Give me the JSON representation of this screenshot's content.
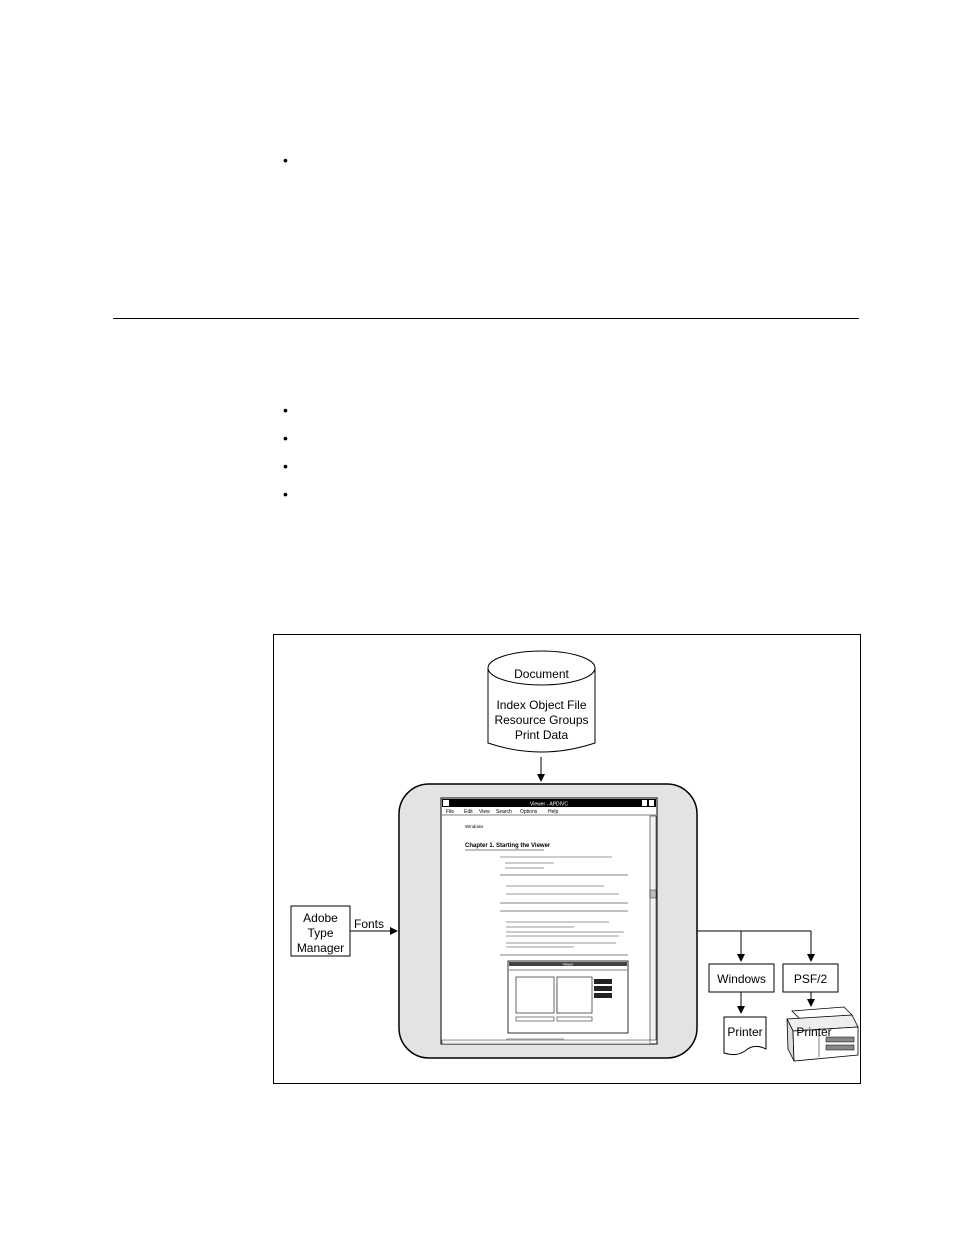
{
  "page": {
    "bullets": [
      "",
      "",
      "",
      "",
      ""
    ]
  },
  "figure": {
    "document_cylinder": {
      "title": "Document",
      "lines": [
        "Index Object File",
        "Resource Groups",
        "Print Data"
      ]
    },
    "adobe_box": {
      "lines": [
        "Adobe",
        "Type",
        "Manager"
      ]
    },
    "fonts_label": "Fonts",
    "windows_box": "Windows",
    "psf2_box": "PSF/2",
    "printer_left": "Printer",
    "printer_right": "Printer",
    "viewer_window": {
      "title": "Viewer - APDIVC",
      "menu": [
        "File",
        "Edit",
        "View",
        "Search",
        "Options",
        "Help"
      ],
      "page_header": "Windows",
      "heading": "Chapter 1.  Starting the Viewer",
      "dialog_title": "Viewer"
    },
    "colors": {
      "viewer_panel_bg": "#e3e3e3",
      "window_titlebar": "#000000",
      "line": "#000000"
    }
  }
}
